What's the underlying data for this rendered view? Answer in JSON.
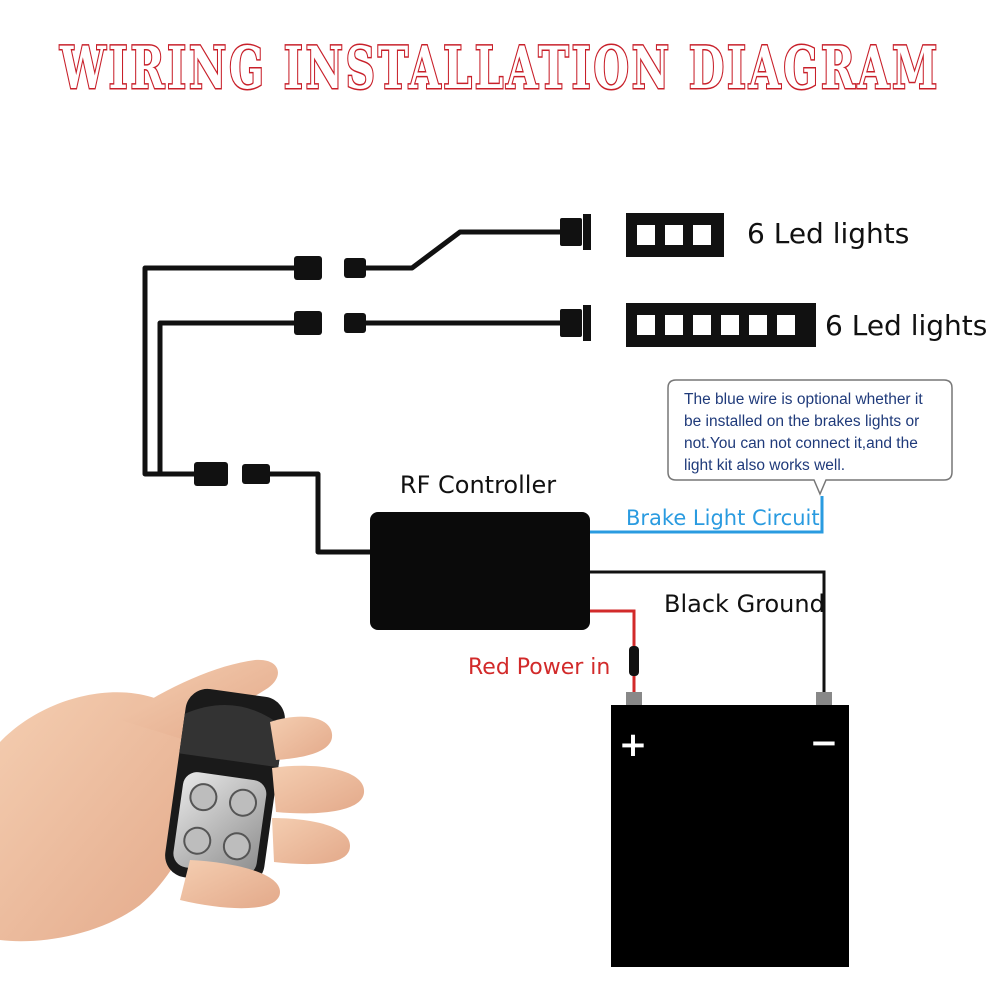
{
  "title": "WIRING INSTALLATION DIAGRAM",
  "led_strip_top": {
    "label": "6 Led lights"
  },
  "led_strip_bottom": {
    "label": "6 Led lights"
  },
  "controller": {
    "label": "RF Controller"
  },
  "callout": {
    "lines": [
      "The blue wire is optional whether it",
      "be installed on the brakes lights or",
      "not.You can not connect it,and the",
      "light kit also works well."
    ]
  },
  "wires": {
    "brake": {
      "label": "Brake Light Circuit",
      "color": "#2a9be0"
    },
    "ground": {
      "label": "Black Ground",
      "color": "#111111"
    },
    "power": {
      "label": "Red Power in",
      "color": "#d22a2a"
    }
  },
  "battery": {
    "positive_symbol": "+",
    "negative_symbol": "−"
  },
  "colors": {
    "title_outline": "#c8202a",
    "note_text": "#1f3a7a",
    "brake_label": "#2a9be0",
    "power_label": "#d22a2a"
  }
}
